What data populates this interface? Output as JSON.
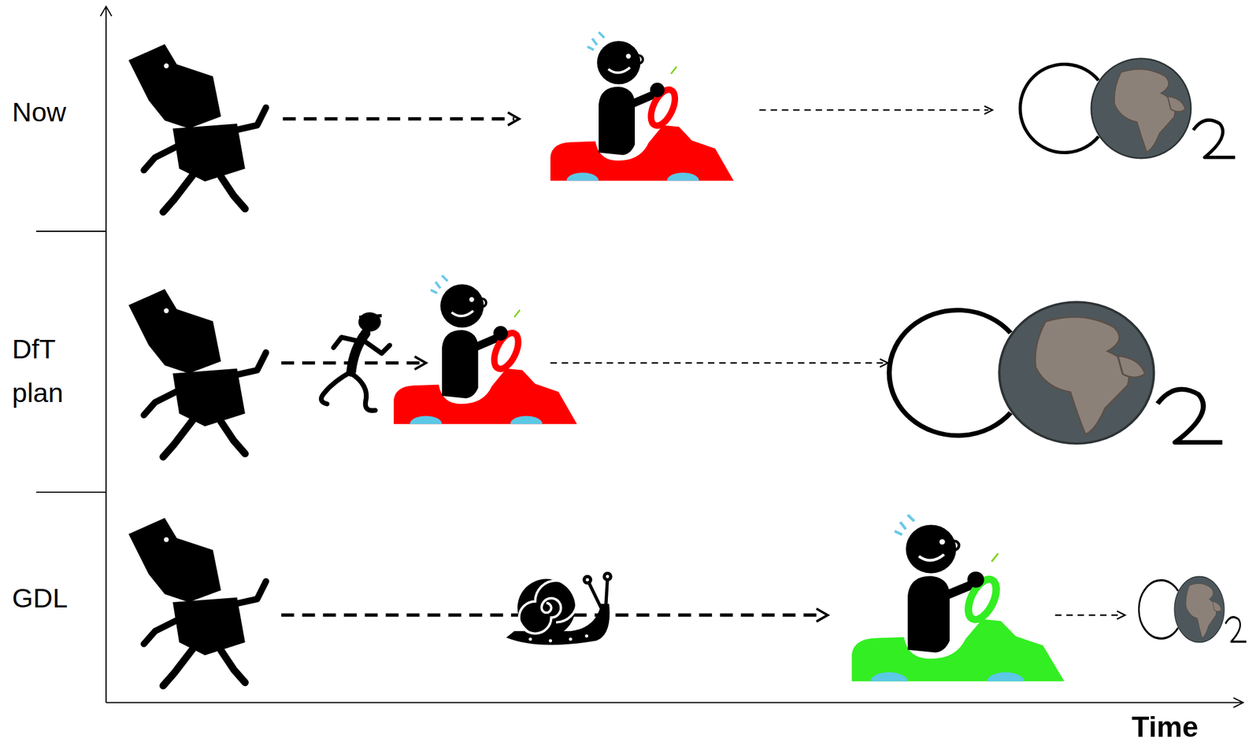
{
  "diagram": {
    "labels": [
      "Now",
      "DfT plan",
      "GDL",
      "Time"
    ]
  }
}
